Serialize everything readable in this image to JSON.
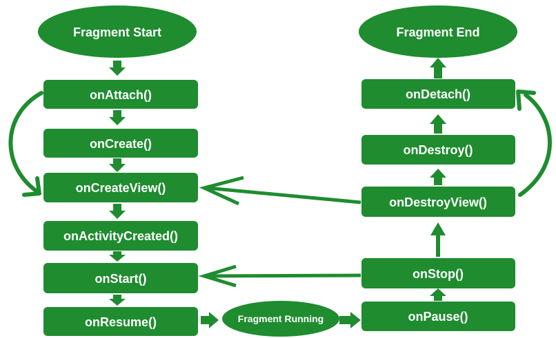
{
  "colors": {
    "node": "#1e8c2f",
    "text": "#ffffff",
    "background": "#ffffff"
  },
  "nodes": {
    "fragment_start": "Fragment Start",
    "on_attach": "onAttach()",
    "on_create": "onCreate()",
    "on_create_view": "onCreateView()",
    "on_activity_created": "onActivityCreated()",
    "on_start": "onStart()",
    "on_resume": "onResume()",
    "fragment_running": "Fragment Running",
    "on_pause": "onPause()",
    "on_stop": "onStop()",
    "on_destroy_view": "onDestroyView()",
    "on_destroy": "onDestroy()",
    "on_detach": "onDetach()",
    "fragment_end": "Fragment End"
  },
  "edges": [
    {
      "from": "fragment_start",
      "to": "on_attach"
    },
    {
      "from": "on_attach",
      "to": "on_create"
    },
    {
      "from": "on_attach",
      "to": "on_create_view"
    },
    {
      "from": "on_create",
      "to": "on_create_view"
    },
    {
      "from": "on_create_view",
      "to": "on_activity_created"
    },
    {
      "from": "on_activity_created",
      "to": "on_start"
    },
    {
      "from": "on_start",
      "to": "on_resume"
    },
    {
      "from": "on_resume",
      "to": "fragment_running"
    },
    {
      "from": "fragment_running",
      "to": "on_pause"
    },
    {
      "from": "on_pause",
      "to": "on_stop"
    },
    {
      "from": "on_stop",
      "to": "on_start"
    },
    {
      "from": "on_stop",
      "to": "on_destroy_view"
    },
    {
      "from": "on_destroy_view",
      "to": "on_create_view"
    },
    {
      "from": "on_destroy_view",
      "to": "on_destroy"
    },
    {
      "from": "on_destroy_view",
      "to": "on_detach"
    },
    {
      "from": "on_destroy",
      "to": "on_detach"
    },
    {
      "from": "on_detach",
      "to": "fragment_end"
    }
  ]
}
